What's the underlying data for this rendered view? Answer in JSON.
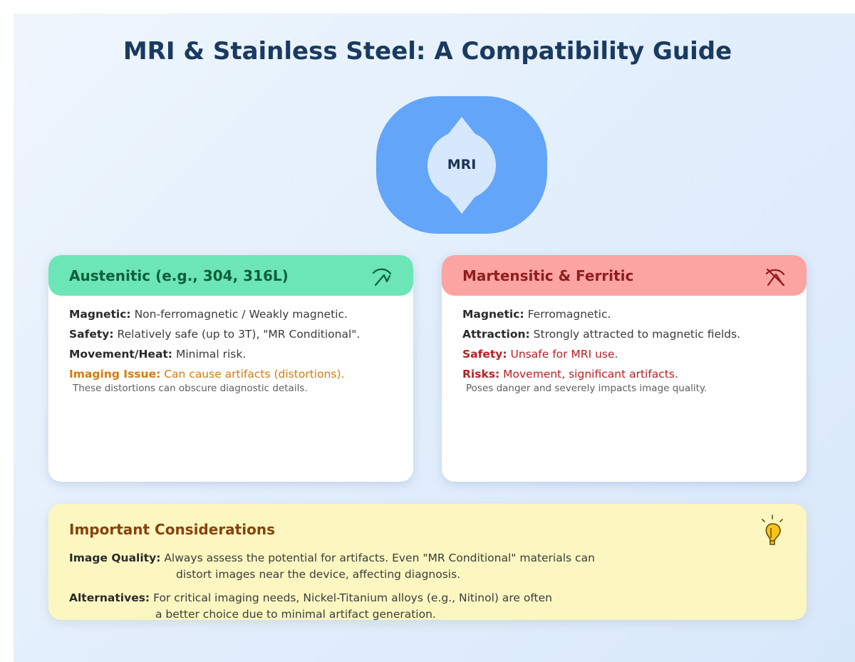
{
  "title": "MRI & Stainless Steel: A Compatibility Guide",
  "mri_icon": {
    "label": "MRI",
    "colors": {
      "magnet": "#63a5f8",
      "bore": "#d6e8fd"
    }
  },
  "austenitic": {
    "title": "Austenitic (e.g., 304, 316L)",
    "icon": "magnet-icon",
    "header_color": "#6ce6b6",
    "rows": [
      {
        "key": "Magnetic:",
        "value": "Non-ferromagnetic / Weakly magnetic."
      },
      {
        "key": "Safety:",
        "value": "Relatively safe (up to 3T), \"MR Conditional\"."
      },
      {
        "key": "Movement/Heat:",
        "value": "Minimal risk."
      },
      {
        "key": "Imaging Issue:",
        "value": "Can cause artifacts (distortions)."
      }
    ],
    "note": "These distortions can obscure diagnostic details."
  },
  "martensitic": {
    "title": "Martensitic & Ferritic",
    "icon": "magnet-crossed-icon",
    "header_color": "#fba4a2",
    "rows": [
      {
        "key": "Magnetic:",
        "value": "Ferromagnetic."
      },
      {
        "key": "Attraction:",
        "value": "Strongly attracted to magnetic fields."
      },
      {
        "key": "Safety:",
        "value": "Unsafe for MRI use."
      },
      {
        "key": "Risks:",
        "value": "Movement, significant artifacts."
      }
    ],
    "note": "Poses danger and severely impacts image quality."
  },
  "considerations": {
    "title": "Important Considerations",
    "icon": "lightbulb-icon",
    "items": [
      {
        "key": "Image Quality:",
        "line1": "Always assess the potential for artifacts. Even \"MR Conditional\" materials can",
        "line2": "distort images near the device, affecting diagnosis."
      },
      {
        "key": "Alternatives:",
        "line1": "For critical imaging needs, Nickel-Titanium alloys (e.g., Nitinol) are often",
        "line2": "a better choice due to minimal artifact generation."
      }
    ]
  }
}
